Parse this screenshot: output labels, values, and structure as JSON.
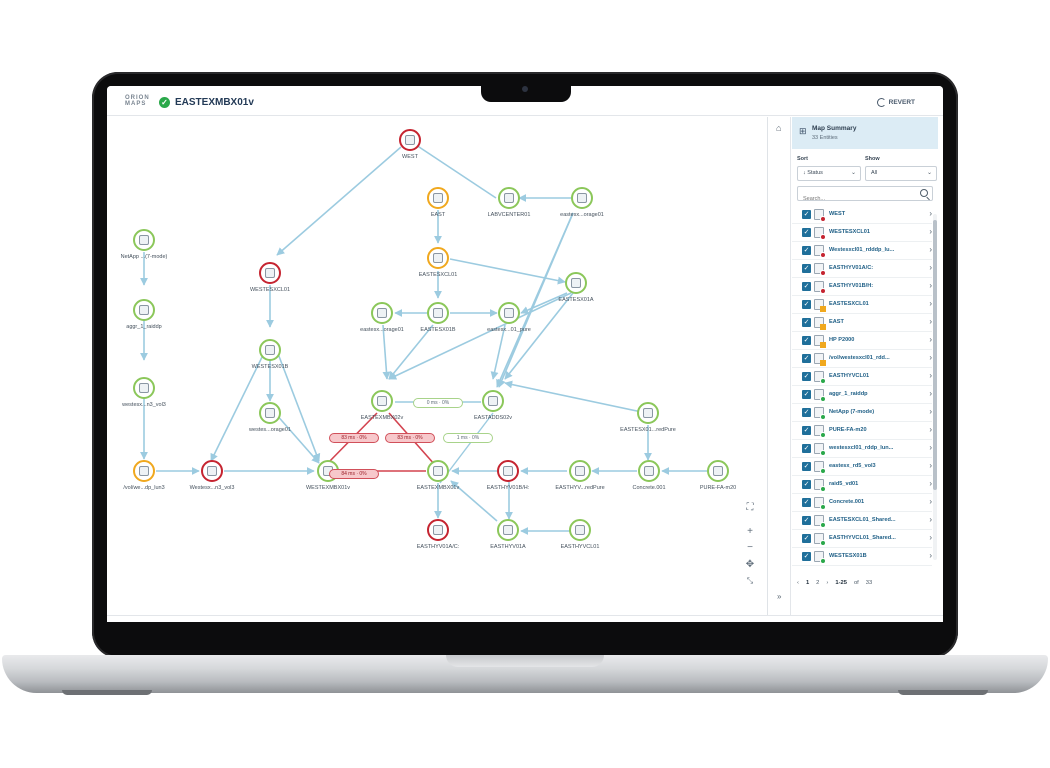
{
  "app": {
    "brand_line1": "ORION",
    "brand_line2": "MAPS",
    "title": "EASTEXMBX01v",
    "status": "ok",
    "revert_label": "REVERT"
  },
  "colors": {
    "critical": "#c52430",
    "warning": "#f0a81e",
    "ok": "#8bc75a",
    "accent": "#1f6f9a",
    "link": "#9ccbe0"
  },
  "canvas": {
    "nodes": [
      {
        "id": "n1",
        "label": "WEST",
        "status": "crit"
      },
      {
        "id": "n2",
        "label": "EAST",
        "status": "warn"
      },
      {
        "id": "n3",
        "label": "LABVCENTER01",
        "status": "ok"
      },
      {
        "id": "n4",
        "label": "eastesx...orage01",
        "status": "ok"
      },
      {
        "id": "n5",
        "label": "NetApp ...(7-mode)",
        "status": "ok"
      },
      {
        "id": "n6",
        "label": "WESTESXCL01",
        "status": "crit"
      },
      {
        "id": "n7",
        "label": "EASTESXCL01",
        "status": "warn"
      },
      {
        "id": "n8",
        "label": "EASTESX01A",
        "status": "ok"
      },
      {
        "id": "n9",
        "label": "aggr_1_raiddp",
        "status": "ok"
      },
      {
        "id": "n10",
        "label": "eastesx...orage01",
        "status": "ok"
      },
      {
        "id": "n11",
        "label": "EASTESX01B",
        "status": "ok"
      },
      {
        "id": "n12",
        "label": "eastesx...01_pure",
        "status": "ok"
      },
      {
        "id": "n13",
        "label": "WESTESX01B",
        "status": "ok"
      },
      {
        "id": "n14",
        "label": "westesx...n3_vol3",
        "status": "ok"
      },
      {
        "id": "n15",
        "label": "EASTEXMBX02v",
        "status": "ok"
      },
      {
        "id": "n16",
        "label": "EASTADDS02v",
        "status": "ok"
      },
      {
        "id": "n17",
        "label": "westes...orage01",
        "status": "ok"
      },
      {
        "id": "n18",
        "label": "EASTESX01...redPure",
        "status": "ok"
      },
      {
        "id": "n19",
        "label": "/vol/we...dp_lun3",
        "status": "warn"
      },
      {
        "id": "n20",
        "label": "Westesx...n3_vol3",
        "status": "crit"
      },
      {
        "id": "n21",
        "label": "WESTEXMBX01v",
        "status": "ok"
      },
      {
        "id": "n22",
        "label": "EASTEXMBX01v",
        "status": "ok"
      },
      {
        "id": "n23",
        "label": "EASTHYV01B/H:",
        "status": "crit"
      },
      {
        "id": "n24",
        "label": "EASTHYV...redPure",
        "status": "ok"
      },
      {
        "id": "n25",
        "label": "Concrete.001",
        "status": "ok"
      },
      {
        "id": "n26",
        "label": "PURE-FA-m20",
        "status": "ok"
      },
      {
        "id": "n27",
        "label": "EASTHYV01A/C:",
        "status": "crit"
      },
      {
        "id": "n28",
        "label": "EASTHYV01A",
        "status": "ok"
      },
      {
        "id": "n29",
        "label": "EASTHYVCL01",
        "status": "ok"
      }
    ],
    "metrics": [
      {
        "label": "0 ms · 0%",
        "kind": "green"
      },
      {
        "label": "83 ms · 0%",
        "kind": "red"
      },
      {
        "label": "83 ms · 0%",
        "kind": "red"
      },
      {
        "label": "1 ms · 0%",
        "kind": "green"
      },
      {
        "label": "84 ms · 0%",
        "kind": "red"
      }
    ]
  },
  "panel": {
    "summary_title": "Map Summary",
    "summary_sub": "33 Entities",
    "sort_label": "Sort",
    "sort_value": "Status",
    "show_label": "Show",
    "show_value": "All",
    "search_placeholder": "Search...",
    "entities": [
      {
        "name": "WEST",
        "status": "crit"
      },
      {
        "name": "WESTESXCL01",
        "status": "crit"
      },
      {
        "name": "Westesxcl01_rdddp_lu...",
        "status": "crit"
      },
      {
        "name": "EASTHYV01A/C:",
        "status": "crit"
      },
      {
        "name": "EASTHYV01B/H:",
        "status": "crit"
      },
      {
        "name": "EASTESXCL01",
        "status": "warn"
      },
      {
        "name": "EAST",
        "status": "warn"
      },
      {
        "name": "HP P2000",
        "status": "warn"
      },
      {
        "name": "/vol/westesxcl01_rdd...",
        "status": "warn"
      },
      {
        "name": "EASTHYVCL01",
        "status": "ok"
      },
      {
        "name": "aggr_1_raiddp",
        "status": "ok"
      },
      {
        "name": "NetApp (7-mode)",
        "status": "ok"
      },
      {
        "name": "PURE-FA-m20",
        "status": "ok"
      },
      {
        "name": "westesxcl01_rddp_lun...",
        "status": "ok"
      },
      {
        "name": "eastesx_rd5_vol3",
        "status": "ok"
      },
      {
        "name": "raid5_vd01",
        "status": "ok"
      },
      {
        "name": "Concrete.001",
        "status": "ok"
      },
      {
        "name": "EASTESXCL01_Shared...",
        "status": "ok"
      },
      {
        "name": "EASTHYVCL01_Shared...",
        "status": "ok"
      },
      {
        "name": "WESTESX01B",
        "status": "ok"
      }
    ],
    "pager": {
      "prev": "‹",
      "page1": "1",
      "page2": "2",
      "next": "›",
      "range": "1-25",
      "of": "of",
      "total": "33"
    }
  },
  "icons": {
    "home": "home-icon",
    "expand": "expand-panel-icon",
    "summary": "map-summary-icon",
    "fit": "fit-to-screen-icon",
    "zoom_in": "zoom-in-icon",
    "zoom_out": "zoom-out-icon",
    "center": "center-icon",
    "collapse": "collapse-icon"
  }
}
